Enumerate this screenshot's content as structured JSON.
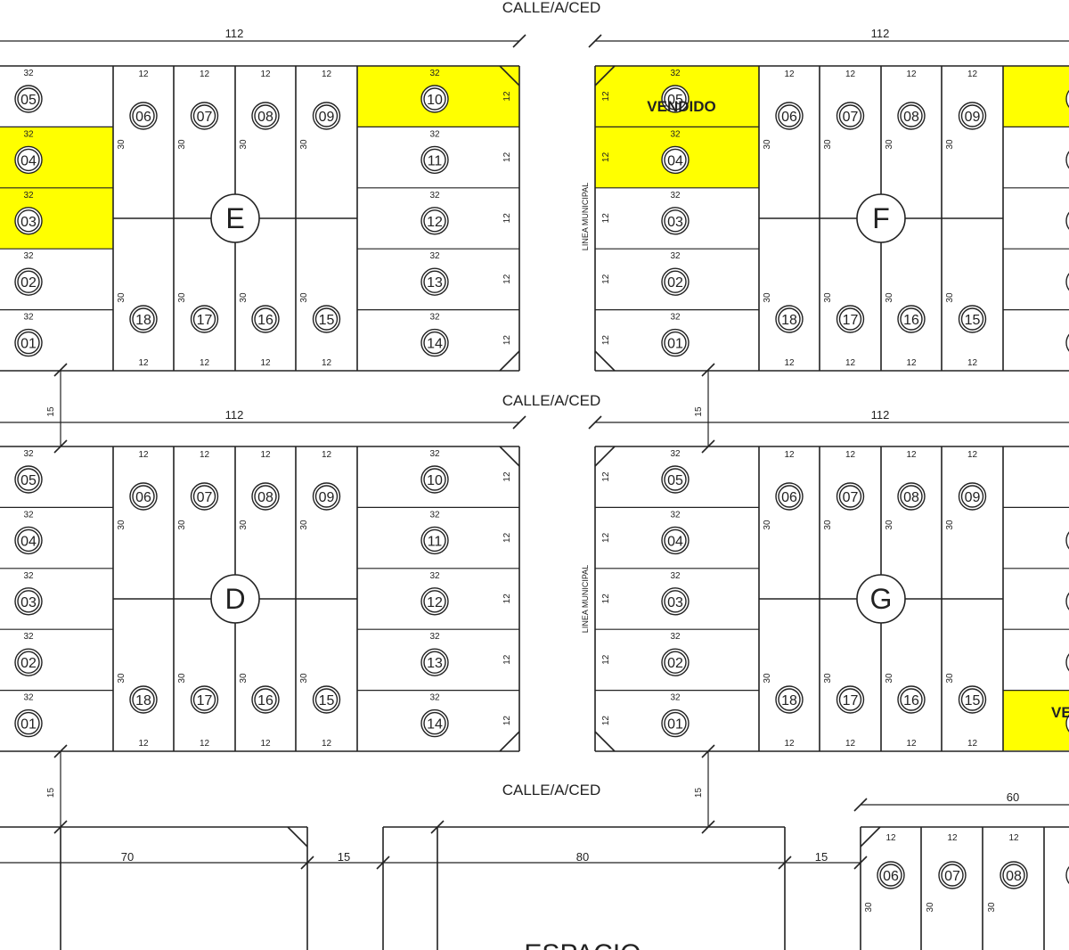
{
  "streets": {
    "top": "CALLE/A/CED",
    "middle": "CALLE/A/CED",
    "bottom": "CALLE/A/CED"
  },
  "linea_municipal": "LINEA MUNICIPAL",
  "sold_label": "VENDIDO",
  "sold_label_partial": "VEND",
  "espacio_label": "ESPACIO",
  "dims": {
    "block_width": "112",
    "street_width": "15",
    "lot_front_side": "32",
    "lot_front_center": "12",
    "lot_depth": "30",
    "lot_side": "12",
    "width_70": "70",
    "width_80": "80",
    "width_60": "60",
    "gap_15": "15"
  },
  "blocks": {
    "E": {
      "name": "E",
      "left_lots": [
        "05",
        "04",
        "03",
        "02",
        "01"
      ],
      "top_lots": [
        "06",
        "07",
        "08",
        "09"
      ],
      "bottom_lots": [
        "18",
        "17",
        "16",
        "15"
      ],
      "right_lots": [
        "10",
        "11",
        "12",
        "13",
        "14"
      ],
      "sold": [
        "04",
        "03",
        "10"
      ]
    },
    "F": {
      "name": "F",
      "left_lots": [
        "05",
        "04",
        "03",
        "02",
        "01"
      ],
      "top_lots": [
        "06",
        "07",
        "08",
        "09"
      ],
      "bottom_lots": [
        "18",
        "17",
        "16",
        "15"
      ],
      "sold": [
        "05",
        "04"
      ]
    },
    "D": {
      "name": "D",
      "left_lots": [
        "05",
        "04",
        "03",
        "02",
        "01"
      ],
      "top_lots": [
        "06",
        "07",
        "08",
        "09"
      ],
      "bottom_lots": [
        "18",
        "17",
        "16",
        "15"
      ],
      "right_lots": [
        "10",
        "11",
        "12",
        "13",
        "14"
      ],
      "sold": []
    },
    "G": {
      "name": "G",
      "left_lots": [
        "05",
        "04",
        "03",
        "02",
        "01"
      ],
      "top_lots": [
        "06",
        "07",
        "08",
        "09"
      ],
      "bottom_lots": [
        "18",
        "17",
        "16",
        "15"
      ],
      "sold": []
    },
    "lower_right": {
      "top_lots": [
        "06",
        "07",
        "08"
      ]
    }
  },
  "colors": {
    "sold": "#ffff00",
    "line": "#222222"
  }
}
